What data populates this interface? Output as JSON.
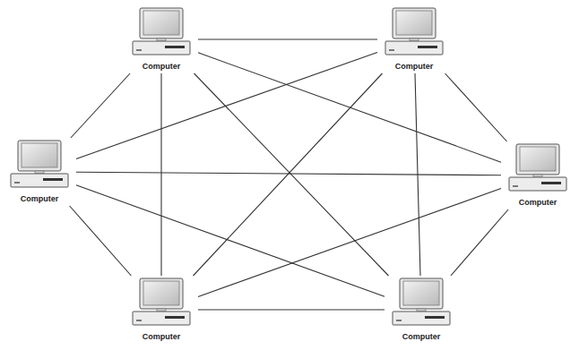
{
  "diagram": {
    "nodes": [
      {
        "text": [
          "Computer"
        ]
      },
      {
        "text": [
          "Computer"
        ]
      },
      {
        "text": [
          "Computer"
        ]
      },
      {
        "text": [
          "Computer"
        ]
      },
      {
        "text": [
          "Computer"
        ]
      },
      {
        "text": [
          "Computer"
        ]
      }
    ],
    "edges": [
      {
        "from": 0,
        "to": 1,
        "arrow": "none"
      },
      {
        "from": 0,
        "to": 2,
        "arrow": "none"
      },
      {
        "from": 1,
        "to": 3,
        "arrow": "none"
      },
      {
        "from": 2,
        "to": 4,
        "arrow": "none"
      },
      {
        "from": 3,
        "to": 5,
        "arrow": "none"
      },
      {
        "from": 4,
        "to": 5,
        "arrow": "none"
      },
      {
        "from": 0,
        "to": 4,
        "arrow": "none"
      },
      {
        "from": 1,
        "to": 5,
        "arrow": "none"
      },
      {
        "from": 2,
        "to": 3,
        "arrow": "none"
      },
      {
        "from": 0,
        "to": 3,
        "arrow": "none"
      },
      {
        "from": 0,
        "to": 5,
        "arrow": "none"
      },
      {
        "from": 1,
        "to": 2,
        "arrow": "none"
      },
      {
        "from": 1,
        "to": 4,
        "arrow": "none"
      },
      {
        "from": 2,
        "to": 5,
        "arrow": "none"
      },
      {
        "from": 3,
        "to": 4,
        "arrow": "none"
      }
    ]
  }
}
